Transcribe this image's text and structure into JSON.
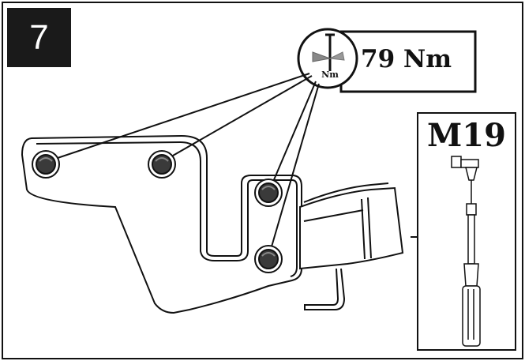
{
  "step": {
    "number": "7"
  },
  "torque": {
    "value": "79 Nm",
    "unit_icon_text": "Nm",
    "icon": "torque-wrench-icon"
  },
  "tool": {
    "size": "M19",
    "icon": "socket-wrench-icon"
  },
  "colors": {
    "ink": "#111111",
    "badge_bg": "#1a1a1a",
    "badge_text": "#ffffff",
    "bolt_fill": "#3a3a3a"
  }
}
